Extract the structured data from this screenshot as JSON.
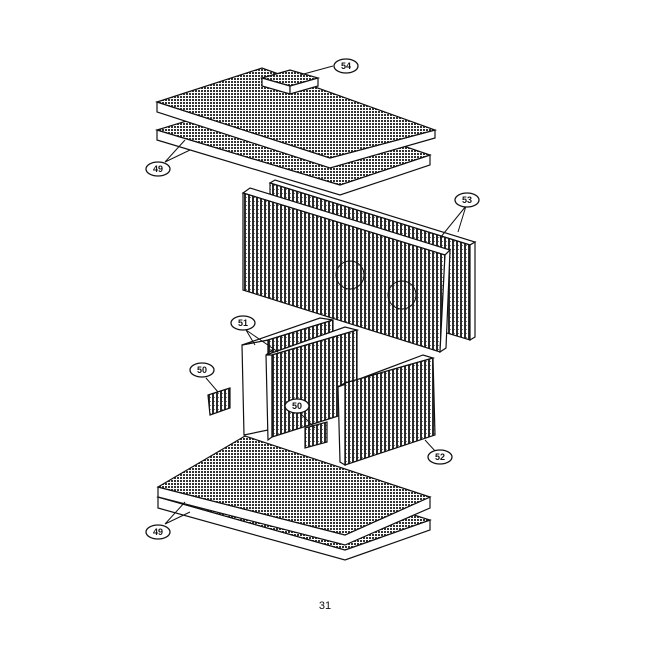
{
  "diagram": {
    "parts": {
      "top_block": "54",
      "top_slabs": "49",
      "back_walls": "53",
      "side_walls": "51",
      "tile_left": "50",
      "tile_center": "50",
      "front_wall": "52",
      "bottom_slabs": "49"
    },
    "page_number": "31"
  }
}
